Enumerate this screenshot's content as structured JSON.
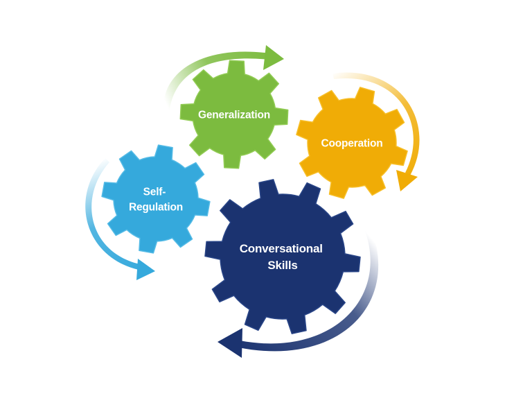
{
  "diagram": {
    "gears": [
      {
        "id": "generalization",
        "lines": [
          "Generalization"
        ],
        "color": "#7cbb3f",
        "highlight": "#92cc55"
      },
      {
        "id": "cooperation",
        "lines": [
          "Cooperation"
        ],
        "color": "#f0ac06",
        "highlight": "#f7bf2a"
      },
      {
        "id": "self-regulation",
        "lines": [
          "Self-",
          "Regulation"
        ],
        "color": "#35a9dc",
        "highlight": "#55bbe6"
      },
      {
        "id": "conversational-skills",
        "lines": [
          "Conversational",
          "Skills"
        ],
        "color": "#1b3370",
        "highlight": "#2a4688"
      }
    ],
    "arrow_colors": {
      "green": "#7cbb3f",
      "orange": "#f0ac06",
      "blue": "#35a9dc",
      "navy": "#1b3370"
    }
  }
}
